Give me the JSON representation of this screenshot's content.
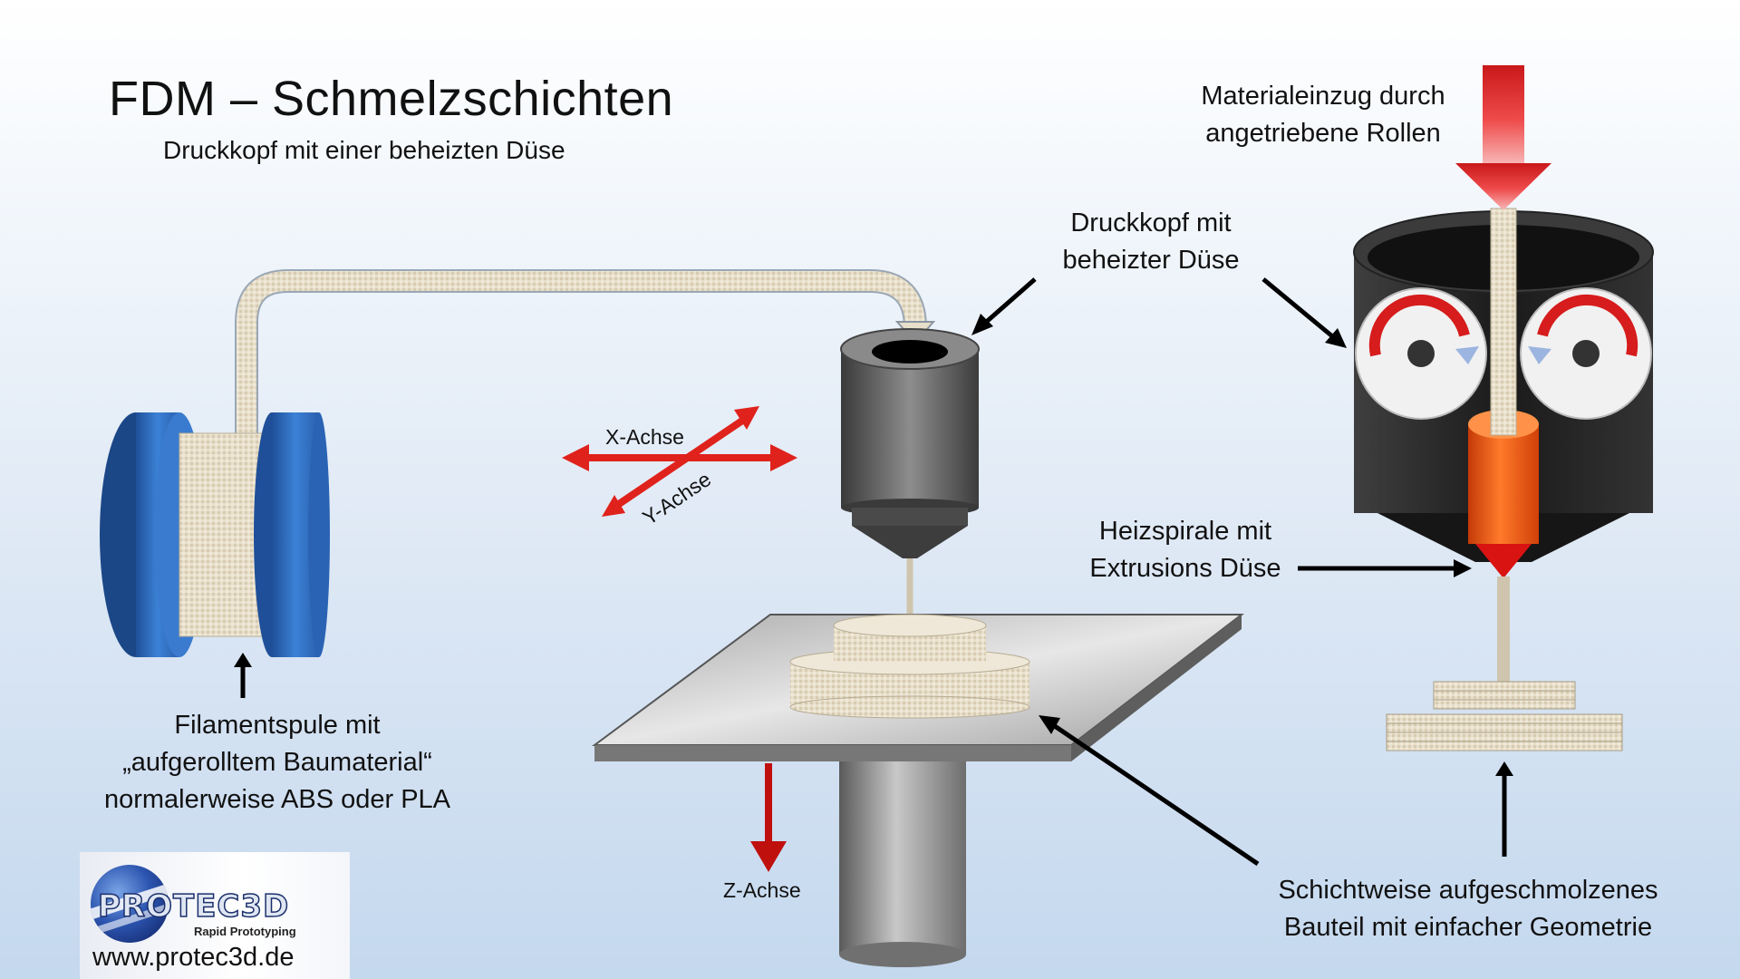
{
  "title": "FDM – Schmelzschichten",
  "subtitle": "Druckkopf mit einer beheizten Düse",
  "labels": {
    "material_feed_1": "Materialeinzug durch",
    "material_feed_2": "angetriebene Rollen",
    "printhead_1": "Druckkopf mit",
    "printhead_2": "beheizter Düse",
    "heater_1": "Heizspirale mit",
    "heater_2": "Extrusions Düse",
    "spool_1": "Filamentspule mit",
    "spool_2": "„aufgerolltem Baumaterial“",
    "spool_3": "normalerweise ABS oder PLA",
    "part_1": "Schichtweise aufgeschmolzenes",
    "part_2": "Bauteil mit einfacher Geometrie",
    "x_axis": "X-Achse",
    "y_axis": "Y-Achse",
    "z_axis": "Z-Achse"
  },
  "logo": {
    "name": "PROTEC3D",
    "tagline": "Rapid Prototyping",
    "url": "www.protec3d.de"
  },
  "colors": {
    "spool_blue": "#2e6fc4",
    "filament": "#e6dcc5",
    "arrow_red": "#e0221c",
    "heater_orange": "#f25a12",
    "printhead_dark": "#1c1c1c"
  }
}
